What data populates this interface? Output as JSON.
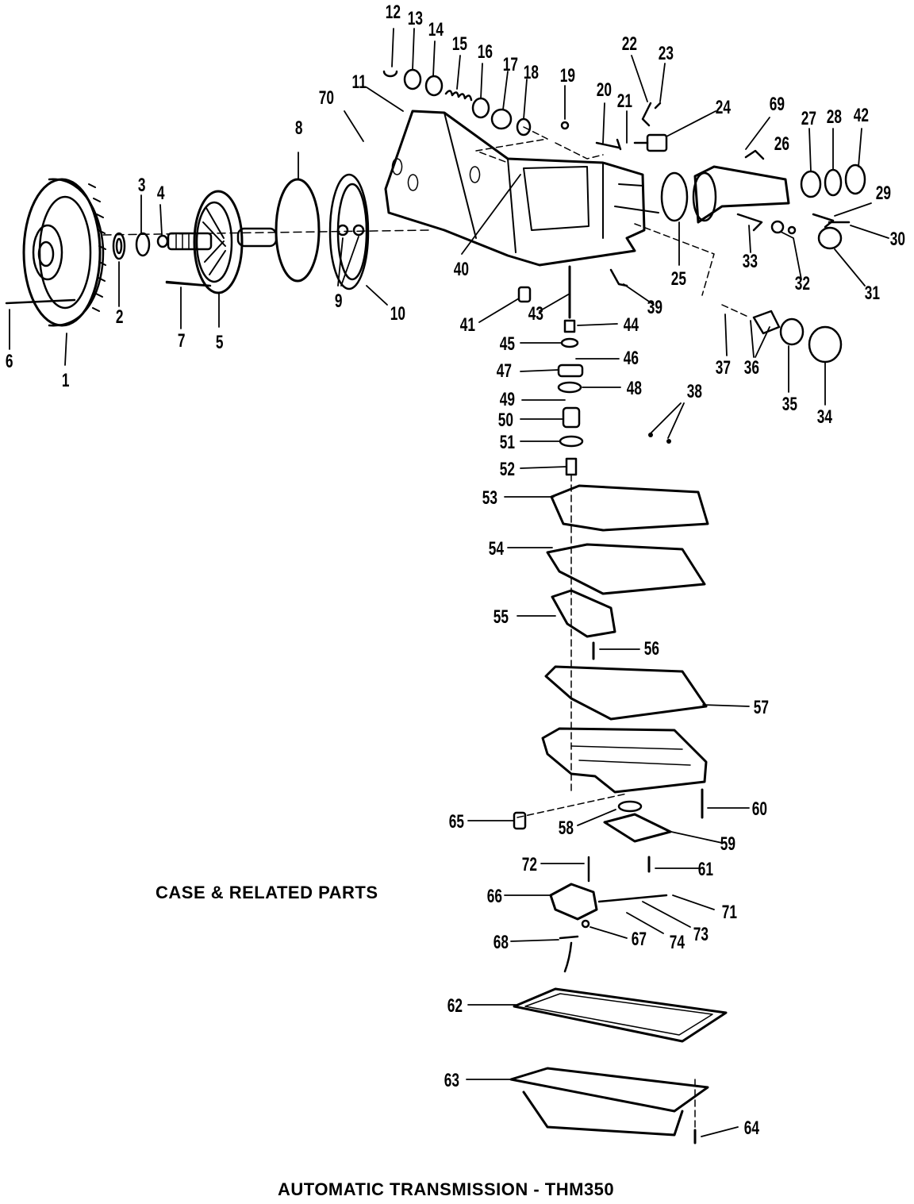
{
  "diagram": {
    "section_caption": "CASE & RELATED PARTS",
    "title": "AUTOMATIC TRANSMISSION - THM350",
    "callouts": [
      "1",
      "2",
      "3",
      "4",
      "5",
      "6",
      "7",
      "8",
      "9",
      "10",
      "11",
      "12",
      "13",
      "14",
      "15",
      "16",
      "17",
      "18",
      "19",
      "20",
      "21",
      "22",
      "23",
      "24",
      "25",
      "26",
      "27",
      "28",
      "29",
      "30",
      "31",
      "32",
      "33",
      "34",
      "35",
      "36",
      "37",
      "38",
      "39",
      "40",
      "41",
      "42",
      "43",
      "44",
      "45",
      "46",
      "47",
      "48",
      "49",
      "50",
      "51",
      "52",
      "53",
      "54",
      "55",
      "56",
      "57",
      "58",
      "59",
      "60",
      "61",
      "62",
      "63",
      "64",
      "65",
      "66",
      "67",
      "68",
      "69",
      "70",
      "71",
      "72",
      "73",
      "74"
    ],
    "line_color": "#000000"
  }
}
